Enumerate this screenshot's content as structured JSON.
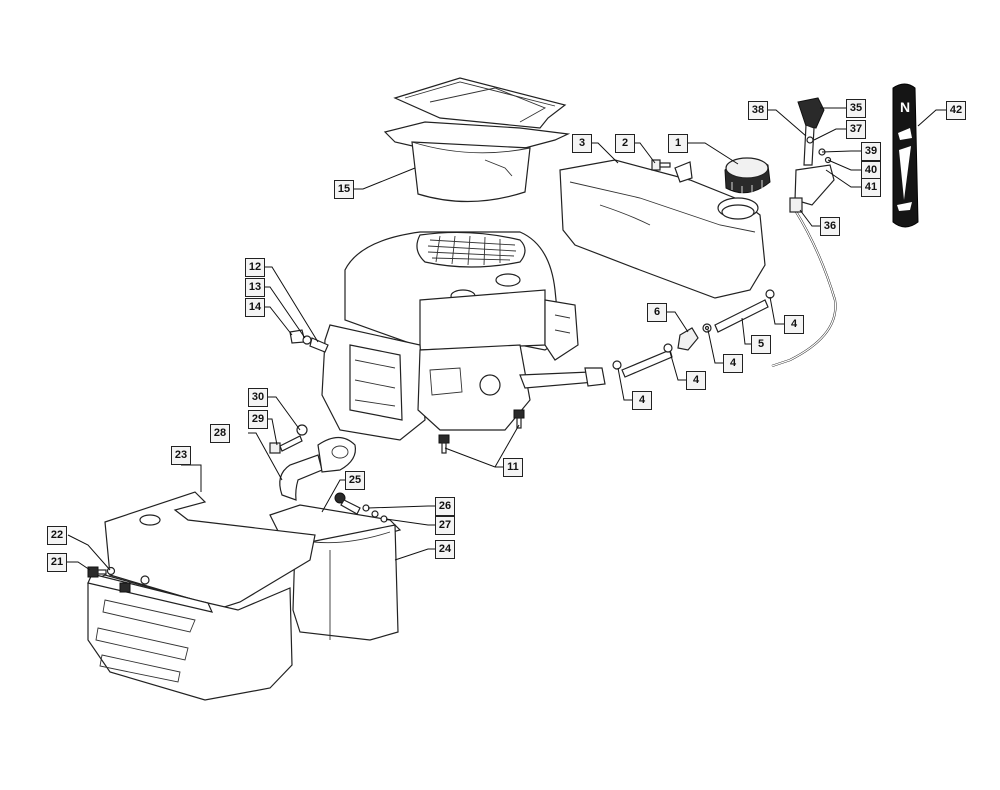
{
  "diagram": {
    "labels": [
      {
        "id": "1",
        "text": "1"
      },
      {
        "id": "2",
        "text": "2"
      },
      {
        "id": "3",
        "text": "3"
      },
      {
        "id": "4a",
        "text": "4"
      },
      {
        "id": "4b",
        "text": "4"
      },
      {
        "id": "4c",
        "text": "4"
      },
      {
        "id": "4d",
        "text": "4"
      },
      {
        "id": "5",
        "text": "5"
      },
      {
        "id": "6",
        "text": "6"
      },
      {
        "id": "11",
        "text": "11"
      },
      {
        "id": "12",
        "text": "12"
      },
      {
        "id": "13",
        "text": "13"
      },
      {
        "id": "14",
        "text": "14"
      },
      {
        "id": "15",
        "text": "15"
      },
      {
        "id": "21",
        "text": "21"
      },
      {
        "id": "22",
        "text": "22"
      },
      {
        "id": "23",
        "text": "23"
      },
      {
        "id": "24",
        "text": "24"
      },
      {
        "id": "25",
        "text": "25"
      },
      {
        "id": "26",
        "text": "26"
      },
      {
        "id": "27",
        "text": "27"
      },
      {
        "id": "28",
        "text": "28"
      },
      {
        "id": "29",
        "text": "29"
      },
      {
        "id": "30",
        "text": "30"
      },
      {
        "id": "35",
        "text": "35"
      },
      {
        "id": "36",
        "text": "36"
      },
      {
        "id": "37",
        "text": "37"
      },
      {
        "id": "38",
        "text": "38"
      },
      {
        "id": "39",
        "text": "39"
      },
      {
        "id": "40",
        "text": "40"
      },
      {
        "id": "41",
        "text": "41"
      },
      {
        "id": "42",
        "text": "42"
      }
    ],
    "throttle_plate": {
      "letter": "N"
    }
  }
}
